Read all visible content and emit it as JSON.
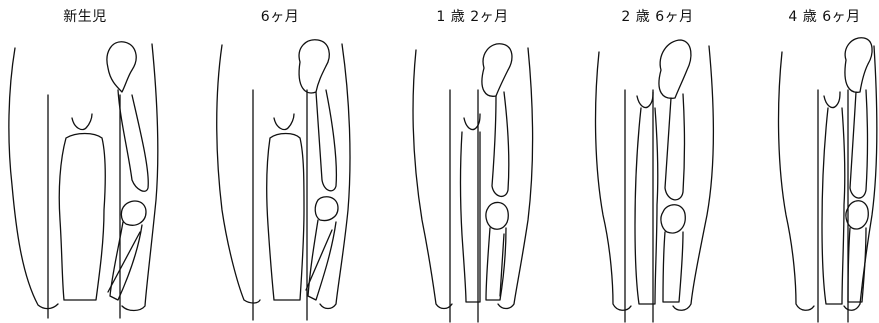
{
  "panels": [
    {
      "label": "新生児"
    },
    {
      "label": "6ヶ月"
    },
    {
      "label": "1 歳 2ヶ月"
    },
    {
      "label": "2 歳 6ヶ月"
    },
    {
      "label": "4 歳 6ヶ月"
    }
  ]
}
